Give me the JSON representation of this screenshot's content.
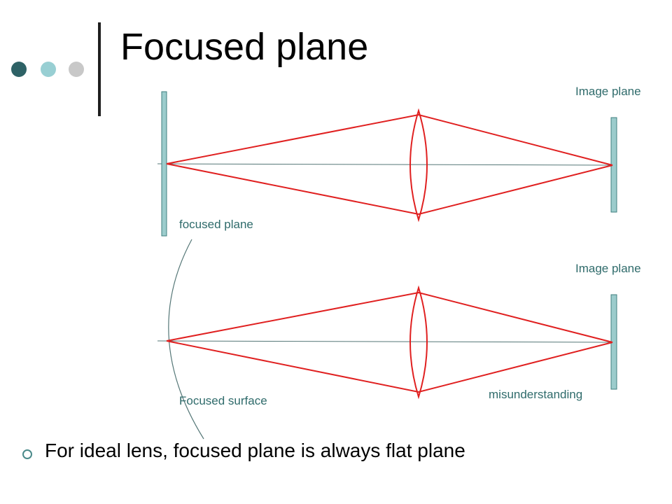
{
  "title": "Focused plane",
  "colors": {
    "dot_1": "#2e6266",
    "dot_2": "#98cfd3",
    "dot_3": "#c8c8c8",
    "ray": "#e02020",
    "plane_fill": "#9ccccc",
    "plane_stroke": "#3f7f7f",
    "axis": "#557777",
    "label": "#2f6b6b"
  },
  "diagram_top": {
    "object_label": "focused plane",
    "image_label": "Image plane"
  },
  "diagram_bottom": {
    "object_label": "Focused surface",
    "image_label": "Image plane",
    "note": "misunderstanding"
  },
  "bullet": {
    "icon": "circle-bullet-icon",
    "text": "For ideal lens, focused plane is always flat plane"
  }
}
